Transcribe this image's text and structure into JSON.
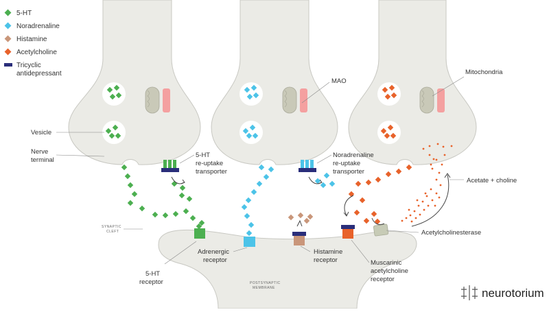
{
  "legend": [
    {
      "label": "5-HT",
      "color": "#4caf50",
      "shape": "diamond"
    },
    {
      "label": "Noradrenaline",
      "color": "#4cc3e8",
      "shape": "diamond"
    },
    {
      "label": "Histamine",
      "color": "#c9967a",
      "shape": "diamond"
    },
    {
      "label": "Acetylcholine",
      "color": "#e8622a",
      "shape": "diamond"
    },
    {
      "label": "Tricyclic",
      "label2": "antidepressant",
      "color": "#2a2e7a",
      "shape": "bar"
    }
  ],
  "labels": {
    "vesicle": "Vesicle",
    "nerve_terminal_1": "Nerve",
    "nerve_terminal_2": "terminal",
    "ht_transporter_1": "5-HT",
    "ht_transporter_2": "re-uptake",
    "ht_transporter_3": "transporter",
    "mao": "MAO",
    "na_transporter_1": "Noradrenaline",
    "na_transporter_2": "re-uptake",
    "na_transporter_3": "transporter",
    "mitochondria": "Mitochondria",
    "acetate_choline": "Acetate + choline",
    "ache": "Acetylcholinesterase",
    "synaptic_cleft_1": "SYNAPTIC",
    "synaptic_cleft_2": "CLEFT",
    "postsynaptic_1": "POSTSYNAPTIC",
    "postsynaptic_2": "MEMBRANE",
    "ht_receptor_1": "5-HT",
    "ht_receptor_2": "receptor",
    "adrenergic_1": "Adrenergic",
    "adrenergic_2": "receptor",
    "histamine_1": "Histamine",
    "histamine_2": "receptor",
    "muscarinic_1": "Muscarinic",
    "muscarinic_2": "acetylcholine",
    "muscarinic_3": "receptor"
  },
  "brand": {
    "name": "neurotorium"
  },
  "colors": {
    "ht": "#4caf50",
    "na": "#4cc3e8",
    "his": "#c9967a",
    "ach": "#e8622a",
    "tca": "#2a2e7a",
    "neuron_fill": "#ebebe6",
    "neuron_stroke": "#c8c8c2",
    "mito": "#c9c9b8",
    "mao": "#f4a0a0",
    "ache": "#c7cbb6"
  }
}
